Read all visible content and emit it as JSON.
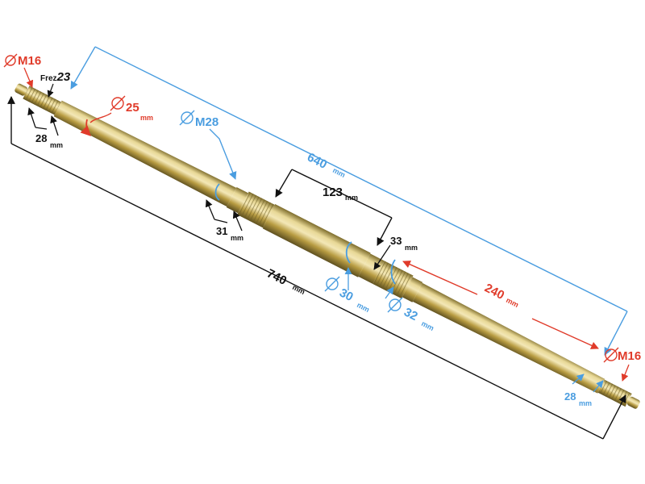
{
  "colors": {
    "black": "#111111",
    "blue": "#4a9de0",
    "red": "#e03b2a",
    "shaft_light": "#e8d896",
    "shaft_mid": "#c5a94a",
    "shaft_dark": "#7d6c2c"
  },
  "labels": {
    "m16_left": "M16",
    "frez_prefix": "Frez",
    "frez_value": "23",
    "d25": "25",
    "d25_unit": "mm",
    "m28": "M28",
    "len28_left": "28",
    "len28_left_unit": "mm",
    "len31": "31",
    "len31_unit": "mm",
    "len123": "123",
    "len123_unit": "mm",
    "len33": "33",
    "len33_unit": "mm",
    "len640": "640",
    "len640_unit": "mm",
    "len240": "240",
    "len240_unit": "mm",
    "d30": "30",
    "d30_unit": "mm",
    "d32": "32",
    "d32_unit": "mm",
    "len740": "740",
    "len740_unit": "mm",
    "m16_right": "M16",
    "len28_right": "28",
    "len28_right_unit": "mm"
  },
  "icons": [
    "diameter-icon"
  ]
}
